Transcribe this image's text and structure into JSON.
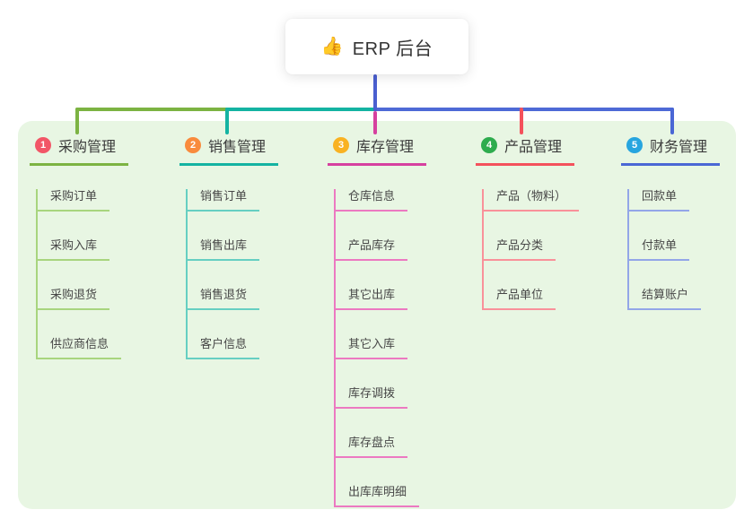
{
  "root": {
    "icon": "thumbs-up-icon",
    "icon_glyph": "👍",
    "title": "ERP 后台"
  },
  "panel_bg": "#E8F6E3",
  "connectors": {
    "root_line_color": "#4A5FD0",
    "right_bus_color": "#4E6AD6"
  },
  "branches": [
    {
      "number": "1",
      "label": "采购管理",
      "badge_color": "#F25667",
      "line_color": "#7CB342",
      "child_line_color": "#A8D57E",
      "items": [
        "采购订单",
        "采购入库",
        "采购退货",
        "供应商信息"
      ]
    },
    {
      "number": "2",
      "label": "销售管理",
      "badge_color": "#F98B3D",
      "line_color": "#14B3A2",
      "child_line_color": "#66CFC2",
      "items": [
        "销售订单",
        "销售出库",
        "销售退货",
        "客户信息"
      ]
    },
    {
      "number": "3",
      "label": "库存管理",
      "badge_color": "#F9B222",
      "line_color": "#D6409F",
      "child_line_color": "#EC79C1",
      "items": [
        "仓库信息",
        "产品库存",
        "其它出库",
        "其它入库",
        "库存调拨",
        "库存盘点",
        "出库库明细"
      ]
    },
    {
      "number": "4",
      "label": "产品管理",
      "badge_color": "#2EAC4E",
      "line_color": "#F4515C",
      "child_line_color": "#F9919A",
      "items": [
        "产品（物料）",
        "产品分类",
        "产品单位"
      ]
    },
    {
      "number": "5",
      "label": "财务管理",
      "badge_color": "#27A5DF",
      "line_color": "#4A67D5",
      "child_line_color": "#93A6E8",
      "items": [
        "回款单",
        "付款单",
        "结算账户"
      ]
    }
  ]
}
